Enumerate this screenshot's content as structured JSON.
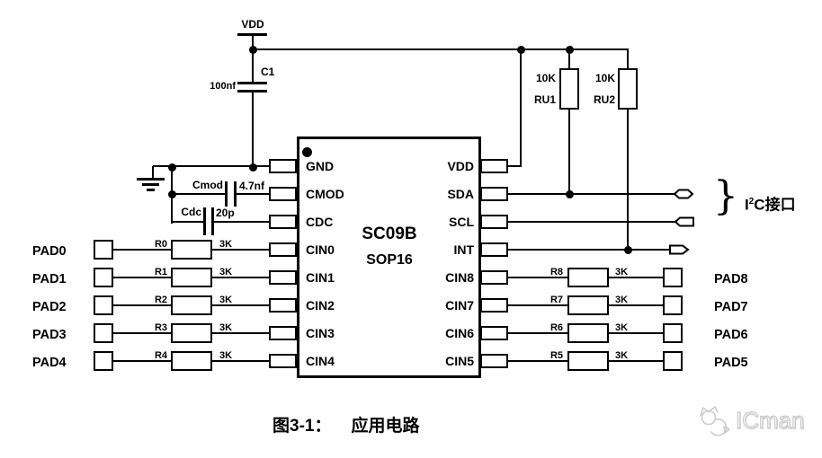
{
  "colors": {
    "line": "#000000",
    "background": "#ffffff",
    "watermark": "#c9c9c9"
  },
  "power": {
    "vdd_label": "VDD",
    "c1_ref": "C1",
    "c1_value": "100nf"
  },
  "caps": {
    "cmod_ref": "Cmod",
    "cmod_value": "4.7nf",
    "cdc_ref": "Cdc",
    "cdc_value": "20p"
  },
  "pullups": {
    "ru1_value": "10K",
    "ru1_ref": "RU1",
    "ru2_value": "10K",
    "ru2_ref": "RU2"
  },
  "ic": {
    "part": "SC09B",
    "package": "SOP16",
    "left_pins": [
      "GND",
      "CMOD",
      "CDC",
      "CIN0",
      "CIN1",
      "CIN2",
      "CIN3",
      "CIN4"
    ],
    "right_pins": [
      "VDD",
      "SDA",
      "SCL",
      "INT",
      "CIN8",
      "CIN7",
      "CIN6",
      "CIN5"
    ]
  },
  "left_rows": [
    {
      "pad": "PAD0",
      "ref": "R0",
      "value": "3K"
    },
    {
      "pad": "PAD1",
      "ref": "R1",
      "value": "3K"
    },
    {
      "pad": "PAD2",
      "ref": "R2",
      "value": "3K"
    },
    {
      "pad": "PAD3",
      "ref": "R3",
      "value": "3K"
    },
    {
      "pad": "PAD4",
      "ref": "R4",
      "value": "3K"
    }
  ],
  "right_rows": [
    {
      "pad": "PAD8",
      "ref": "R8",
      "value": "3K"
    },
    {
      "pad": "PAD7",
      "ref": "R7",
      "value": "3K"
    },
    {
      "pad": "PAD6",
      "ref": "R6",
      "value": "3K"
    },
    {
      "pad": "PAD5",
      "ref": "R5",
      "value": "3K"
    }
  ],
  "i2c": {
    "base": "I",
    "sup": "2",
    "rest": "C接口",
    "brace": "}"
  },
  "caption": {
    "figure": "图3-1：",
    "title": "应用电路"
  },
  "watermark": {
    "text": "ICman"
  }
}
